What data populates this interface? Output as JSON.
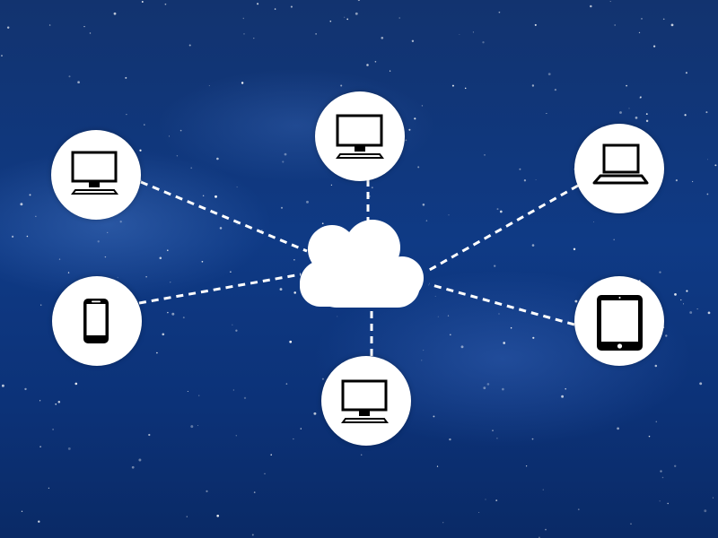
{
  "background": {
    "colors": [
      "#0a2a66",
      "#0f3a85",
      "#12336f"
    ],
    "star_color": "#ffffff"
  },
  "hub": {
    "icon": "cloud-icon",
    "color": "#ffffff"
  },
  "connection_style": {
    "color": "#ffffff",
    "dashed": true
  },
  "nodes": [
    {
      "id": "top",
      "icon": "desktop-monitor-icon"
    },
    {
      "id": "left-upper",
      "icon": "desktop-monitor-icon"
    },
    {
      "id": "right-upper",
      "icon": "laptop-icon"
    },
    {
      "id": "left-lower",
      "icon": "smartphone-icon"
    },
    {
      "id": "right-lower",
      "icon": "tablet-icon"
    },
    {
      "id": "bottom",
      "icon": "desktop-monitor-icon"
    }
  ]
}
